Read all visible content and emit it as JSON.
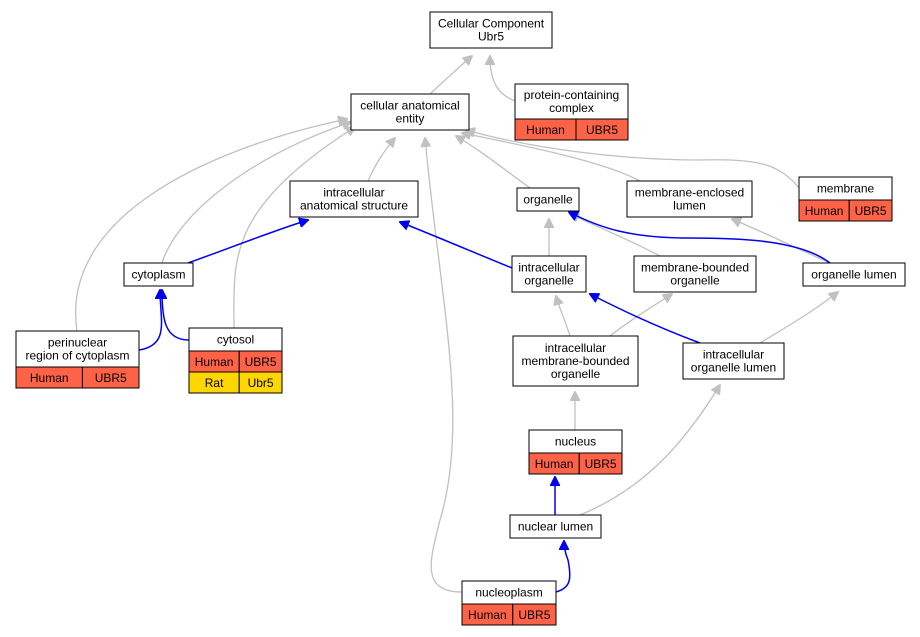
{
  "colors": {
    "human": "#ff6347",
    "rat": "#ffd700",
    "is_a": "#c0c0c0",
    "part_of": "#0000ee"
  },
  "nodes": {
    "root": [
      "Cellular Component",
      "Ubr5"
    ],
    "protein_complex": [
      "protein-containing",
      "complex"
    ],
    "cae": [
      "cellular anatomical",
      "entity"
    ],
    "ias": [
      "intracellular",
      "anatomical structure"
    ],
    "organelle": [
      "organelle"
    ],
    "mel": [
      "membrane-enclosed",
      "lumen"
    ],
    "membrane": [
      "membrane"
    ],
    "cytoplasm": [
      "cytoplasm"
    ],
    "io": [
      "intracellular",
      "organelle"
    ],
    "mbo": [
      "membrane-bounded",
      "organelle"
    ],
    "olumen": [
      "organelle lumen"
    ],
    "perinuclear": [
      "perinuclear",
      "region of cytoplasm"
    ],
    "cytosol": [
      "cytosol"
    ],
    "imbo": [
      "intracellular",
      "membrane-bounded",
      "organelle"
    ],
    "iol": [
      "intracellular",
      "organelle lumen"
    ],
    "nucleus": [
      "nucleus"
    ],
    "nlumen": [
      "nuclear lumen"
    ],
    "nucleoplasm": [
      "nucleoplasm"
    ]
  },
  "annotations": {
    "protein_complex": [
      [
        "Human",
        "UBR5"
      ]
    ],
    "membrane": [
      [
        "Human",
        "UBR5"
      ]
    ],
    "perinuclear": [
      [
        "Human",
        "UBR5"
      ]
    ],
    "cytosol": [
      [
        "Human",
        "UBR5"
      ],
      [
        "Rat",
        "Ubr5"
      ]
    ],
    "nucleus": [
      [
        "Human",
        "UBR5"
      ]
    ],
    "nucleoplasm": [
      [
        "Human",
        "UBR5"
      ]
    ]
  }
}
